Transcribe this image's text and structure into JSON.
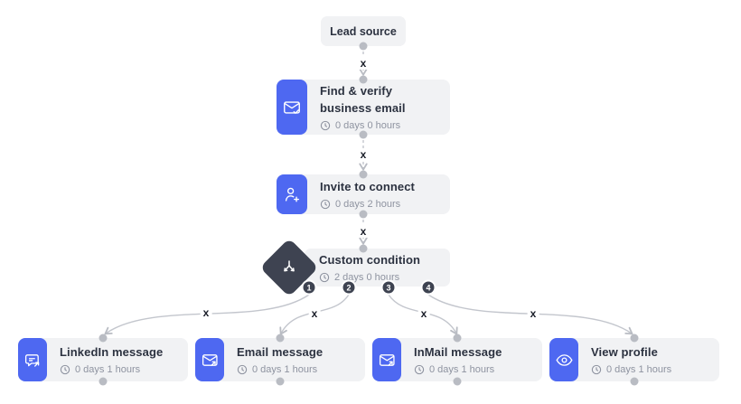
{
  "colors": {
    "node_bg": "#f1f2f4",
    "accent_blue": "#4e68f1",
    "dark": "#3e4351",
    "title_text": "#2c3240",
    "time_text": "#8e93a0",
    "wire": "#c3c6cd",
    "port_dot": "#b9bcc3",
    "delete_x": "#191d28"
  },
  "icons": {
    "delete": "x"
  },
  "nodes": {
    "lead_source": {
      "title": "Lead source"
    },
    "find_verify": {
      "title": "Find & verify business email",
      "duration": "0 days 0 hours",
      "icon": "email-check-icon"
    },
    "invite": {
      "title": "Invite to connect",
      "duration": "0 days 2 hours",
      "icon": "user-add-icon"
    },
    "condition": {
      "title": "Custom condition",
      "duration": "2 days 0 hours",
      "icon": "branch-icon",
      "branches": [
        "1",
        "2",
        "3",
        "4"
      ]
    },
    "linkedin_message": {
      "title": "LinkedIn message",
      "duration": "0 days 1 hours",
      "icon": "chat-forward-icon"
    },
    "email_message": {
      "title": "Email message",
      "duration": "0 days 1 hours",
      "icon": "email-forward-icon"
    },
    "inmail_message": {
      "title": "InMail message",
      "duration": "0 days 1 hours",
      "icon": "email-forward-icon"
    },
    "view_profile": {
      "title": "View profile",
      "duration": "0 days 1 hours",
      "icon": "eye-icon"
    }
  }
}
